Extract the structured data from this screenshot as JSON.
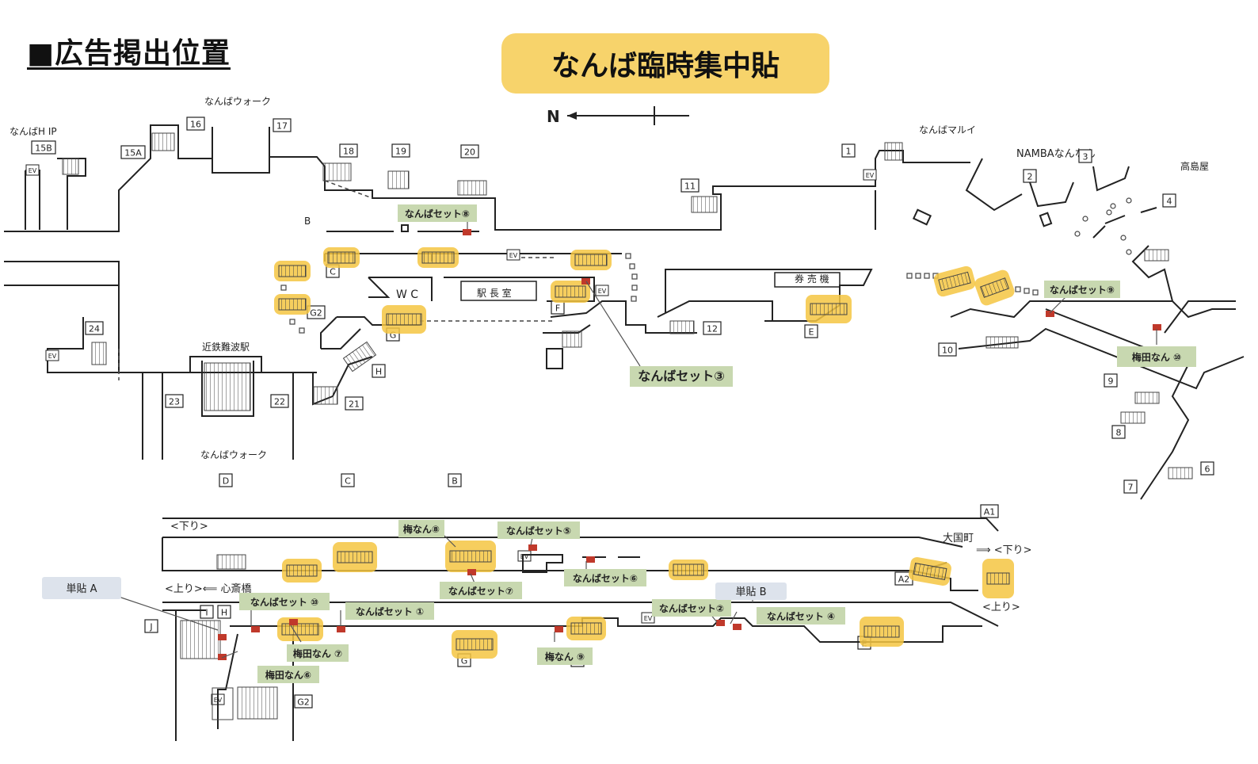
{
  "header": {
    "title": "■広告掲出位置"
  },
  "banner": {
    "label": "なんば臨時集中貼"
  },
  "compass": {
    "label": "N"
  },
  "colors": {
    "highlight": "#f5c542",
    "label_bg": "#c8d8b0",
    "marker": "#c0392b",
    "line": "#222222",
    "chip_bg": "#dde3ec"
  },
  "places": {
    "hip": "なんばH IP",
    "walk_top": "なんばウォーク",
    "walk_bottom": "なんばウォーク",
    "marui": "なんばマルイ",
    "nambanan": "NAMBAなんなん",
    "takashimaya": "高島屋",
    "kintetsu": "近鉄難波駅",
    "wc": "W C",
    "station_office": "駅 長 室",
    "ticket": "券 売 機",
    "track_down_left": "<下り>",
    "track_up_left": "<上り>⟸ 心斎橋",
    "daikokucho": "大国町",
    "track_down_right": "⟹ <下り>",
    "track_up_right": "<上り>",
    "area_b": "B"
  },
  "exits": [
    "15B",
    "15A",
    "16",
    "17",
    "18",
    "19",
    "20",
    "1",
    "2",
    "3",
    "4",
    "11",
    "24",
    "23",
    "22",
    "21",
    "12",
    "10",
    "9",
    "8",
    "7",
    "6"
  ],
  "gates": [
    "C",
    "G2",
    "G",
    "F",
    "E",
    "H",
    "D",
    "C",
    "B",
    "A1",
    "A2",
    "J",
    "I",
    "H",
    "G2",
    "G",
    "F",
    "E"
  ],
  "ev_label": "EV",
  "ad_labels": {
    "set8": "なんばセット⑧",
    "set3": "なんばセット③",
    "set9": "なんばセット⑨",
    "umeda10": "梅田なん ⑩",
    "ume8": "梅なん⑧",
    "set5": "なんばセット⑤",
    "set7": "なんばセット⑦",
    "set6": "なんばセット⑥",
    "set10": "なんばセット ⑩",
    "set1": "なんばセット ①",
    "umeda7": "梅田なん ⑦",
    "umeda6": "梅田なん⑥",
    "ume9": "梅なん ⑨",
    "set2": "なんばセット②",
    "set4": "なんばセット ④"
  },
  "single_labels": {
    "a": "単貼 A",
    "b": "単貼 B"
  }
}
